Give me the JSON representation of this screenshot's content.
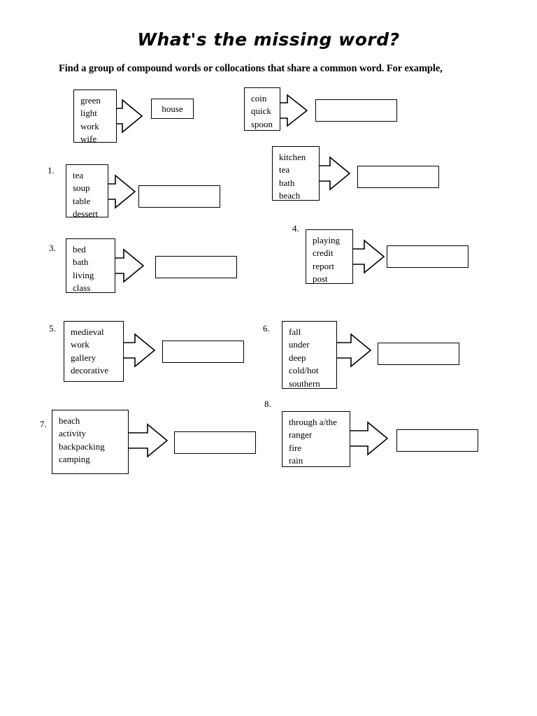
{
  "document": {
    "title": "What's the missing word?",
    "instructions": "Find a group of compound words or collocations that share a common word. For example,"
  },
  "examples": [
    {
      "number": "",
      "words": [
        "green",
        "light",
        "work",
        "wife"
      ],
      "answer": "house",
      "arrow_icon": "block-arrow-right-icon"
    },
    {
      "number": "",
      "words": [
        "coin",
        "quick",
        "spoon"
      ],
      "answer": "",
      "arrow_icon": "block-arrow-right-icon"
    }
  ],
  "questions": [
    {
      "number": "1.",
      "words": [
        "tea",
        "soup",
        "table",
        "dessert"
      ],
      "answer": "",
      "arrow_icon": "block-arrow-right-icon"
    },
    {
      "number": "",
      "words": [
        "kitchen",
        "tea",
        "bath",
        "beach"
      ],
      "answer": "",
      "arrow_icon": "block-arrow-right-icon"
    },
    {
      "number": "3.",
      "words": [
        "bed",
        "bath",
        "living",
        "class"
      ],
      "answer": "",
      "arrow_icon": "block-arrow-right-icon"
    },
    {
      "number": "4.",
      "words": [
        "playing",
        "credit",
        "report",
        "post"
      ],
      "answer": "",
      "arrow_icon": "block-arrow-right-icon"
    },
    {
      "number": "5.",
      "words": [
        "medieval",
        "work",
        "gallery",
        "decorative"
      ],
      "answer": "",
      "arrow_icon": "block-arrow-right-icon"
    },
    {
      "number": "6.",
      "words": [
        "fall",
        "under",
        "deep",
        "cold/hot",
        "southern"
      ],
      "answer": "",
      "arrow_icon": "block-arrow-right-icon"
    },
    {
      "number": "7.",
      "words": [
        "beach",
        "activity",
        "backpacking",
        "camping"
      ],
      "answer": "",
      "arrow_icon": "block-arrow-right-icon"
    },
    {
      "number": "8.",
      "words": [
        "through a/the",
        "ranger",
        "fire",
        "rain"
      ],
      "answer": "",
      "arrow_icon": "block-arrow-right-icon"
    }
  ],
  "colors": {
    "ink": "#000000",
    "paper": "#ffffff"
  }
}
